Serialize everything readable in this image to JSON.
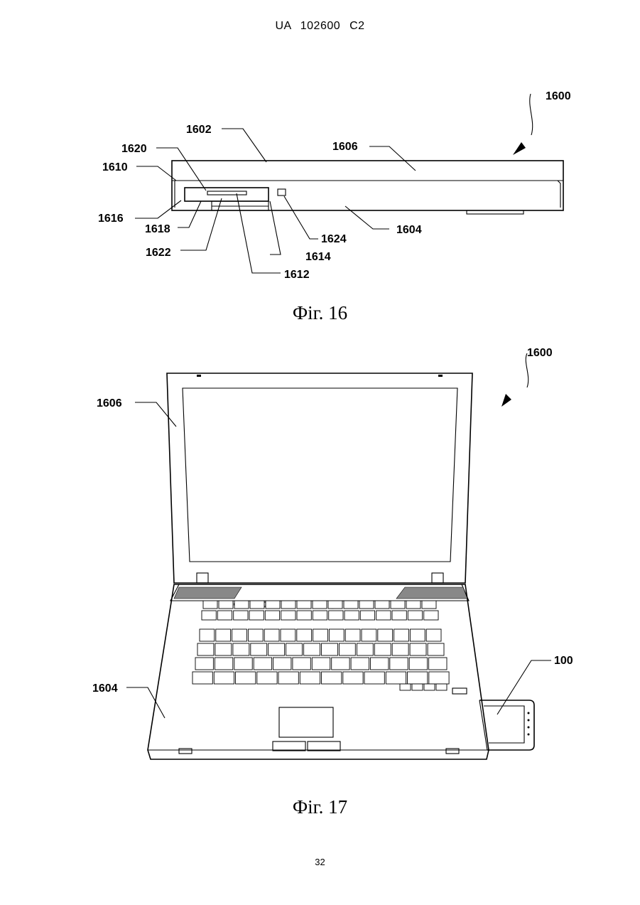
{
  "header": {
    "text": "UA   102600   C2"
  },
  "figure16": {
    "caption": "Фіг. 16",
    "labels": {
      "l1600": "1600",
      "l1602": "1602",
      "l1606": "1606",
      "l1620": "1620",
      "l1610": "1610",
      "l1616": "1616",
      "l1618": "1618",
      "l1622": "1622",
      "l1624": "1624",
      "l1604": "1604",
      "l1614": "1614",
      "l1612": "1612"
    }
  },
  "figure17": {
    "caption": "Фіг. 17",
    "labels": {
      "l1600": "1600",
      "l1606": "1606",
      "l1604": "1604",
      "l100": "100"
    }
  },
  "footer": {
    "page_number": "32"
  }
}
